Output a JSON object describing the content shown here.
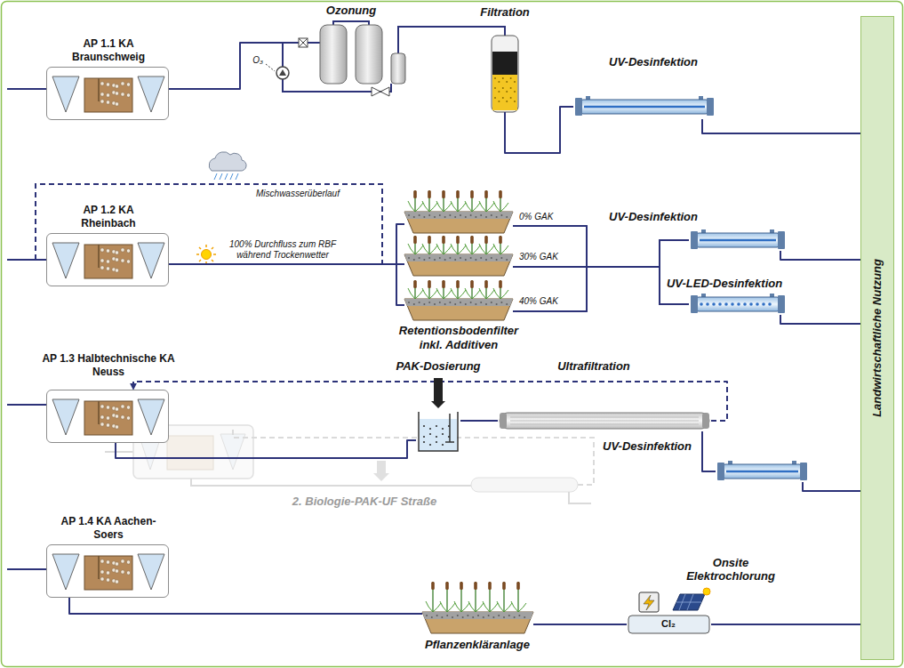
{
  "diagram": {
    "nodes": [
      {
        "text": [
          "AP 1.1 KA Braunschweig"
        ]
      },
      {
        "text": [
          "Ozonung"
        ]
      },
      {
        "text": [
          "Filtration"
        ]
      },
      {
        "text": [
          "UV-Desinfektion"
        ]
      },
      {
        "text": [
          "AP 1.2 KA Rheinbach"
        ]
      },
      {
        "text": [
          "0% GAK"
        ]
      },
      {
        "text": [
          "30% GAK"
        ]
      },
      {
        "text": [
          "40% GAK"
        ]
      },
      {
        "text": [
          "UV-Desinfektion"
        ]
      },
      {
        "text": [
          "UV-LED-Desinfektion"
        ]
      },
      {
        "text": [
          "AP 1.3 Halbtechnische KA Neuss"
        ]
      },
      {
        "text": [
          "PAK-Dosierung"
        ]
      },
      {
        "text": [
          "Ultrafiltration"
        ]
      },
      {
        "text": [
          "UV-Desinfektion"
        ]
      },
      {
        "text": [
          "AP 1.4 KA Aachen-Soers"
        ]
      },
      {
        "text": [
          "Pflanzenkläranlage"
        ]
      },
      {
        "text": [
          "Onsite Elektrochlorung"
        ]
      },
      {
        "text": [
          "Landwirtschaftliche Nutzung"
        ]
      }
    ],
    "edges": [
      {
        "from": 0,
        "to": 1,
        "arrow": "none"
      },
      {
        "from": 1,
        "to": 2,
        "arrow": "none"
      },
      {
        "from": 2,
        "to": 3,
        "arrow": "none"
      },
      {
        "from": 3,
        "to": 17,
        "arrow": "none"
      },
      {
        "from": 4,
        "to": 5,
        "arrow": "none"
      },
      {
        "from": 4,
        "to": 6,
        "label": "100% Durchfluss zum RBF während Trockenwetter",
        "arrow": "none"
      },
      {
        "from": 4,
        "to": 7,
        "arrow": "none"
      },
      {
        "from": 5,
        "to": 8,
        "arrow": "none"
      },
      {
        "from": 5,
        "to": 9,
        "arrow": "none"
      },
      {
        "from": 6,
        "to": 8,
        "arrow": "none"
      },
      {
        "from": 6,
        "to": 9,
        "arrow": "none"
      },
      {
        "from": 7,
        "to": 8,
        "arrow": "none"
      },
      {
        "from": 7,
        "to": 9,
        "arrow": "none"
      },
      {
        "from": 8,
        "to": 17,
        "arrow": "none"
      },
      {
        "from": 9,
        "to": 17,
        "arrow": "none"
      },
      {
        "from": 10,
        "to": 11,
        "arrow": "none"
      },
      {
        "from": 11,
        "to": 12,
        "arrow": "none"
      },
      {
        "from": 12,
        "to": 13,
        "arrow": "none"
      },
      {
        "from": 13,
        "to": 17,
        "arrow": "none"
      },
      {
        "from": 12,
        "to": 10,
        "arrow": "to"
      },
      {
        "from": 14,
        "to": 15,
        "arrow": "none"
      },
      {
        "from": 15,
        "to": 16,
        "arrow": "none"
      },
      {
        "from": 16,
        "to": 17,
        "arrow": "none"
      }
    ],
    "labels": [
      "O₃",
      "Mischwasserüberlauf",
      "Retentionsbodenfilter inkl. Additiven",
      "2. Biologie-PAK-UF Straße",
      "Cl₂"
    ]
  }
}
